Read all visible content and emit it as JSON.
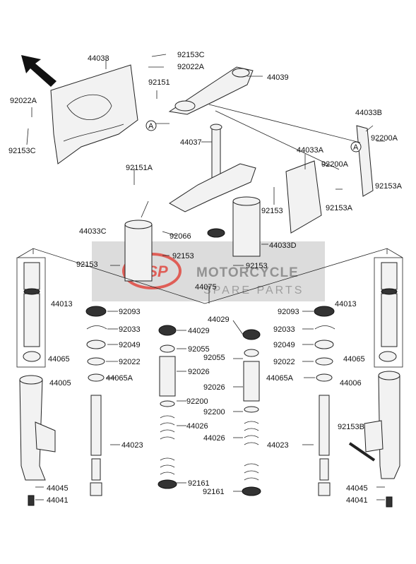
{
  "watermark": {
    "logo": "MSP",
    "title": "MOTORCYCLE",
    "subtitle": "SPARE PARTS",
    "colors": {
      "logo": "#e0352b",
      "text": "#8a8a8a"
    }
  },
  "callouts": {
    "ref_a_1": "A",
    "ref_a_2": "A"
  },
  "parts": [
    "44033",
    "92153C",
    "92022A",
    "44039",
    "92151",
    "92022A",
    "92153C",
    "44033B",
    "44037",
    "92200A",
    "44033A",
    "92200A",
    "92151A",
    "92153A",
    "92153A",
    "44033C",
    "92153",
    "92066",
    "44033D",
    "92153",
    "92153",
    "92153",
    "44075",
    "44013",
    "44013",
    "92093",
    "92093",
    "92033",
    "44029",
    "44029",
    "92033",
    "92049",
    "92055",
    "92055",
    "92049",
    "92022",
    "44065",
    "92026",
    "92022",
    "44065",
    "44065A",
    "92026",
    "44065A",
    "44005",
    "92200",
    "44006",
    "92200",
    "92153B",
    "44026",
    "44023",
    "44026",
    "44023",
    "92161",
    "44045",
    "92161",
    "44045",
    "44041",
    "44041"
  ]
}
